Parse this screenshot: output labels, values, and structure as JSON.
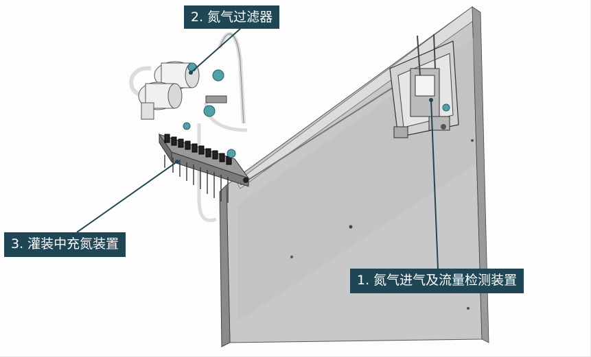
{
  "labels": {
    "nitrogen_filter": "2. 氮气过滤器",
    "filling_nitrogen_device": "3. 灌装中充氮装置",
    "nitrogen_intake_flow_device": "1. 氮气进气及流量检测装置"
  },
  "colors": {
    "label_background": "#1f4654",
    "label_text": "#ffffff",
    "callout_line": "#1f4654",
    "plate_light": "#c9c9c9",
    "plate_dark": "#7f7f7f",
    "accent_teal": "#4fa3a8"
  }
}
